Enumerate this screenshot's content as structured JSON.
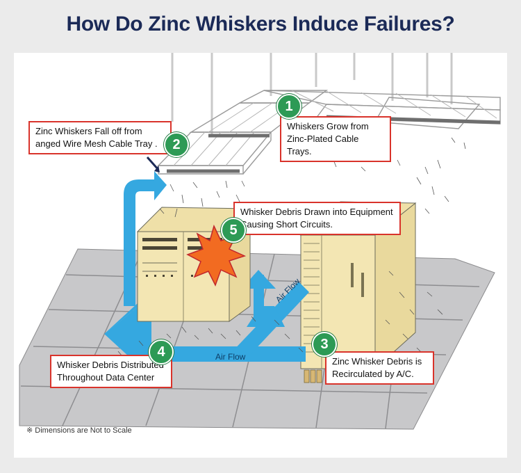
{
  "title": "How Do Zinc Whiskers Induce Failures?",
  "steps": [
    {
      "number": "1",
      "text": "Whiskers Grow from Zinc-Plated Cable Trays."
    },
    {
      "number": "2",
      "text": "Zinc Whiskers Fall off from anged Wire Mesh Cable Tray ."
    },
    {
      "number": "3",
      "text": "Zinc Whisker Debris is Recirculated by A/C."
    },
    {
      "number": "4",
      "text": "Whisker Debris Distributed Throughout Data Center"
    },
    {
      "number": "5",
      "text": "Whisker Debris Drawn into Equipment Causing Short Circuits."
    }
  ],
  "flow_labels": {
    "floor": "Air Flow",
    "diagonal": "Air Flow"
  },
  "footnote": "※ Dimensions are Not to Scale",
  "colors": {
    "title": "#1b2a57",
    "callout_border": "#d9332b",
    "step_badge": "#2d9a55",
    "air_flow_arrow": "#35a8e0",
    "equipment": "#f3e6b3",
    "spark": "#f26b21"
  }
}
